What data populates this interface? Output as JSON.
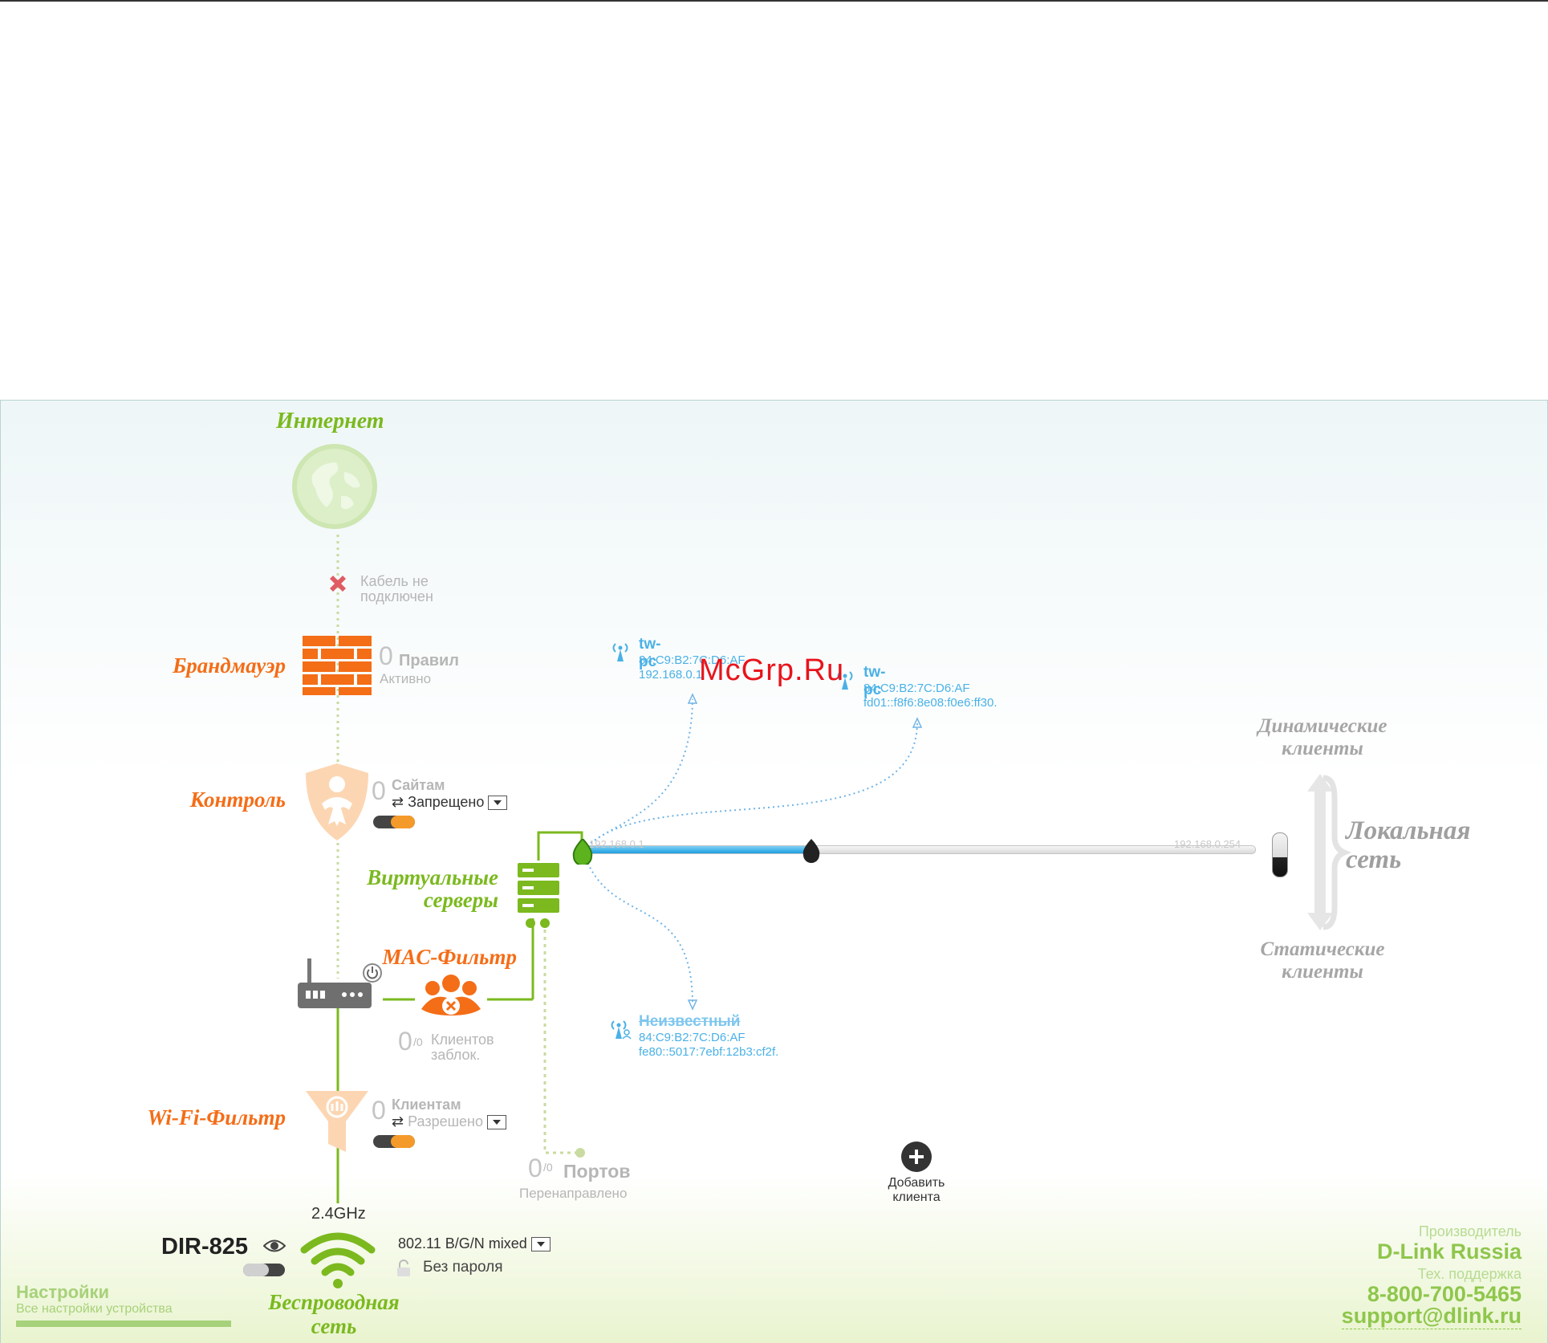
{
  "internet": {
    "title": "Интернет",
    "cable_status": "Кабель не подключен"
  },
  "firewall": {
    "title": "Брандмауэр",
    "count": "0",
    "unit": "Правил",
    "state": "Активно"
  },
  "control": {
    "title": "Контроль",
    "count": "0",
    "unit": "Сайтам",
    "mode": "Запрещено"
  },
  "virtual_servers": {
    "title": "Виртуальные серверы"
  },
  "mac_filter": {
    "title": "MAC-Фильтр",
    "count": "0",
    "total": "/0",
    "unit": "Клиентов",
    "state": "заблок."
  },
  "wifi_filter": {
    "title": "Wi-Fi-Фильтр",
    "count": "0",
    "unit": "Клиентам",
    "mode": "Разрешено"
  },
  "ports": {
    "count": "0",
    "total": "/0",
    "unit": "Портов",
    "state": "Перенаправлено"
  },
  "wireless": {
    "band": "2.4GHz",
    "model": "DIR-825",
    "mode": "802.11 B/G/N mixed",
    "security": "Без пароля",
    "title": "Беспроводная сеть"
  },
  "lan": {
    "title": "Локальная сеть",
    "dynamic": "Динамические клиенты",
    "static": "Статические клиенты",
    "ip_start": "192.168.0.1",
    "ip_end": "192.168.0.254",
    "range_fill": 0.34
  },
  "clients": [
    {
      "name": "tw-pc",
      "mac": "84:C9:B2:7C:D6:AF",
      "addr": "192.168.0.1"
    },
    {
      "name": "tw-pc",
      "mac": "84:C9:B2:7C:D6:AF",
      "addr": "fd01::f8f6:8e08:f0e6:ff30."
    },
    {
      "name": "Неизвестный",
      "mac": "84:C9:B2:7C:D6:AF",
      "addr": "fe80::5017:7ebf:12b3:cf2f."
    }
  ],
  "add_client": "Добавить клиента",
  "settings": {
    "title": "Настройки",
    "subtitle": "Все настройки устройства"
  },
  "vendor": {
    "label": "Производитель",
    "name": "D-Link Russia",
    "support_label": "Тех. поддержка",
    "phone": "8-800-700-5465",
    "email": "support@dlink.ru"
  },
  "watermark": "McGrp.Ru",
  "colors": {
    "orange": "#f46d17",
    "green": "#7bb91f",
    "blue": "#4ab1e6",
    "gray": "#a6a6a6"
  }
}
